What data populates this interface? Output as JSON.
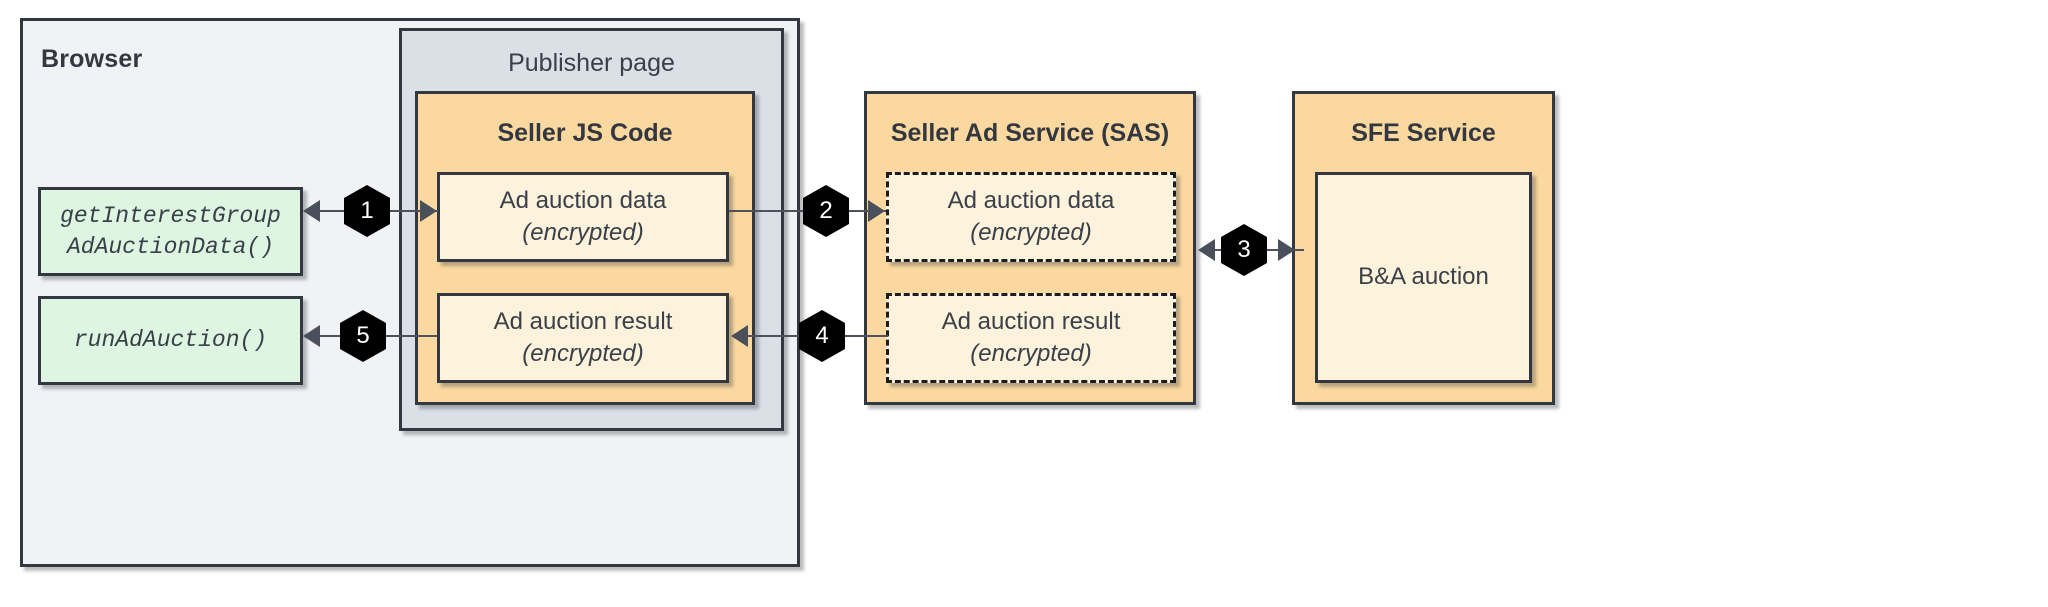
{
  "diagram": {
    "title_browser": "Browser",
    "title_publisher_page": "Publisher page",
    "title_seller_js": "Seller JS Code",
    "title_sas": "Seller Ad Service (SAS)",
    "title_sfe": "SFE Service"
  },
  "browser": {
    "api_calls": [
      {
        "line1": "getInterestGroup",
        "line2": "AdAuctionData()"
      },
      {
        "line1": "runAdAuction()",
        "line2": ""
      }
    ]
  },
  "seller_js": {
    "boxes": [
      {
        "line1": "Ad auction data",
        "line2": "(encrypted)"
      },
      {
        "line1": "Ad auction result",
        "line2": "(encrypted)"
      }
    ]
  },
  "sas": {
    "boxes": [
      {
        "line1": "Ad auction data",
        "line2": "(encrypted)"
      },
      {
        "line1": "Ad auction result",
        "line2": "(encrypted)"
      }
    ]
  },
  "sfe": {
    "boxes": [
      {
        "line1": "B&A auction",
        "line2": ""
      }
    ]
  },
  "steps": [
    {
      "id": "1",
      "label": "1"
    },
    {
      "id": "2",
      "label": "2"
    },
    {
      "id": "3",
      "label": "3"
    },
    {
      "id": "4",
      "label": "4"
    },
    {
      "id": "5",
      "label": "5"
    }
  ],
  "colors": {
    "container_browser": "#f0f2f5",
    "container_publisher": "#dbdfe6",
    "service_orange": "#fbd89f",
    "leaf_cream": "#fdf2db",
    "leaf_green": "#ddf5e1",
    "stroke": "#33373f",
    "badge": "#000000"
  }
}
